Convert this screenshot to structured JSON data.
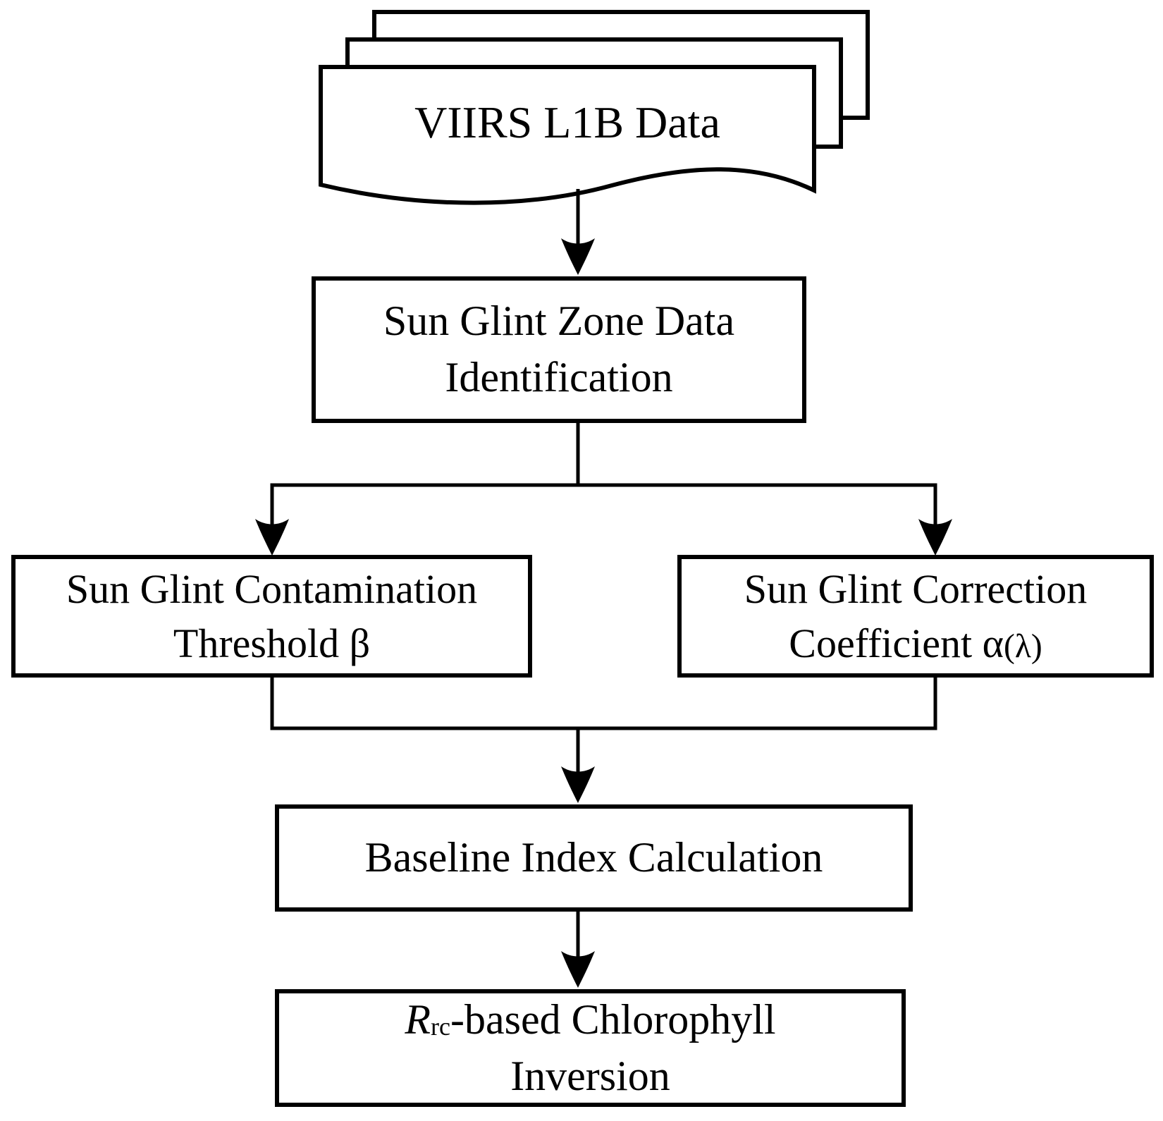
{
  "figure": {
    "type": "flowchart",
    "colors": {
      "background": "#ffffff",
      "stroke": "#000000",
      "text": "#000000"
    }
  },
  "nodes": {
    "viirs_data": {
      "shape": "document-stack",
      "label": "VIIRS L1B Data"
    },
    "zone_identification": {
      "shape": "rectangle",
      "line1": "Sun Glint Zone Data",
      "line2": "Identification"
    },
    "contamination_threshold": {
      "shape": "rectangle",
      "line1": "Sun Glint Contamination",
      "line2": "Threshold β"
    },
    "correction_coefficient": {
      "shape": "rectangle",
      "line1": "Sun Glint Correction",
      "line2_main": "Coefficient α",
      "line2_paren": "(λ)"
    },
    "baseline_index": {
      "shape": "rectangle",
      "label": "Baseline Index Calculation"
    },
    "chlorophyll_inversion": {
      "shape": "rectangle",
      "line1_var": "R",
      "line1_sub": "rc",
      "line1_rest": "-based Chlorophyll",
      "line2": "Inversion"
    }
  },
  "edges": [
    {
      "from": "viirs_data",
      "to": "zone_identification"
    },
    {
      "from": "zone_identification",
      "to": "contamination_threshold"
    },
    {
      "from": "zone_identification",
      "to": "correction_coefficient"
    },
    {
      "from": "contamination_threshold",
      "to": "baseline_index"
    },
    {
      "from": "correction_coefficient",
      "to": "baseline_index"
    },
    {
      "from": "baseline_index",
      "to": "chlorophyll_inversion"
    }
  ]
}
